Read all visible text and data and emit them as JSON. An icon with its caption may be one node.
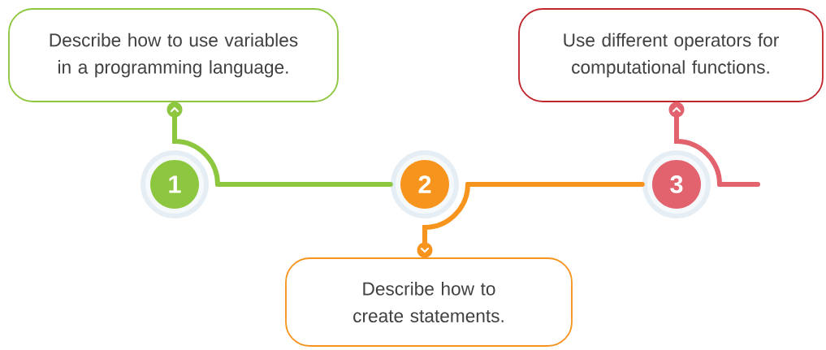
{
  "diagram": {
    "nodes": [
      {
        "text": [
          "Describe how to use variables in a programming language."
        ]
      },
      {
        "text": [
          "1"
        ]
      },
      {
        "text": [
          "2"
        ]
      },
      {
        "text": [
          "Describe how to create statements."
        ]
      },
      {
        "text": [
          "Use different operators for computational functions."
        ]
      },
      {
        "text": [
          "3"
        ]
      }
    ],
    "edges": [
      {
        "from": 1,
        "to": 0,
        "arrow": "to",
        "color": "#8dc63f"
      },
      {
        "from": 1,
        "to": 2,
        "arrow": "none",
        "color": "#8dc63f"
      },
      {
        "from": 2,
        "to": 3,
        "arrow": "to",
        "color": "#f7941d"
      },
      {
        "from": 2,
        "to": 5,
        "arrow": "none",
        "color": "#f7941d"
      },
      {
        "from": 5,
        "to": 4,
        "arrow": "to",
        "color": "#e2626e"
      },
      {
        "from": 5,
        "to": null,
        "arrow": "none",
        "color": "#e2626e"
      }
    ]
  }
}
